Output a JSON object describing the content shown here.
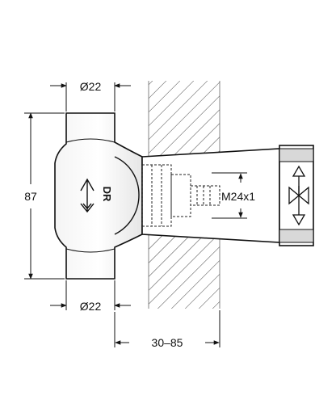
{
  "drawing": {
    "top_diameter": "Ø22",
    "bottom_diameter": "Ø22",
    "height": "87",
    "thread": "M24x1",
    "wall_depth": "30–85",
    "body_marking": "DR"
  }
}
